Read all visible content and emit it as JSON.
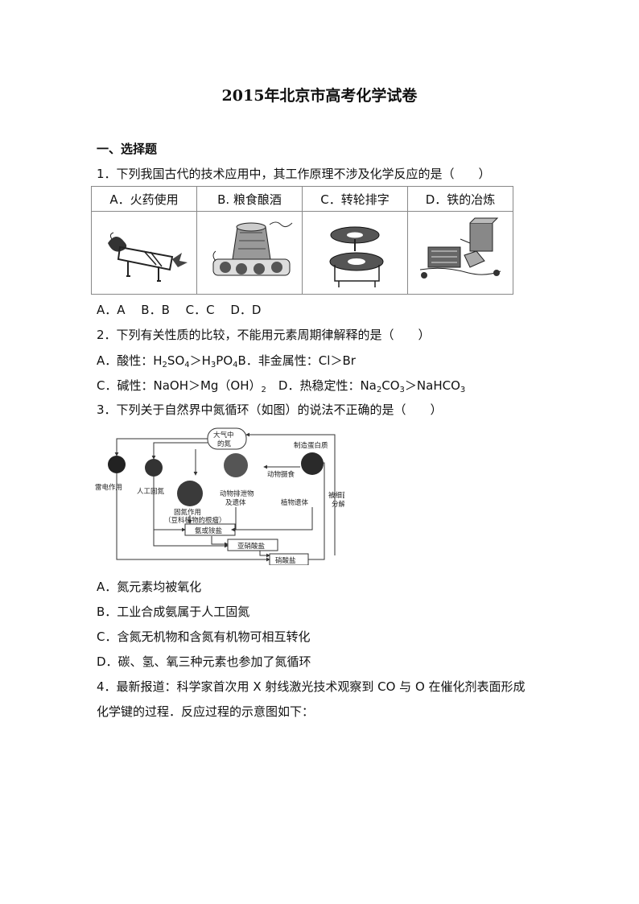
{
  "title": "2015年北京市高考化学试卷",
  "section": "一、选择题",
  "q1": {
    "stem": "1．下列我国古代的技术应用中，其工作原理不涉及化学反应的是（　　）",
    "options": [
      "A．火药使用",
      "B. 粮食酿酒",
      "C．转轮排字",
      "D．铁的冶炼"
    ],
    "answers": "A．A　 B．B　 C．C　 D．D"
  },
  "q2": {
    "stem": "2．下列有关性质的比较，不能用元素周期律解释的是（　　）",
    "a_pre": "A．酸性：H",
    "a_s1": "2",
    "a_m1": "SO",
    "a_s2": "4",
    "a_m2": "＞H",
    "a_s3": "3",
    "a_m3": "PO",
    "a_s4": "4",
    "a_post": "B．非金属性：Cl＞Br",
    "c_pre": "C．碱性：NaOH＞Mg（OH）",
    "c_s1": "2",
    "c_mid": "　D．热稳定性：Na",
    "c_s2": "2",
    "c_m2": "CO",
    "c_s3": "3",
    "c_post": "＞NaHCO",
    "c_s4": "3"
  },
  "q3": {
    "stem": "3．下列关于自然界中氮循环（如图）的说法不正确的是（　　）",
    "diagram": {
      "atm1": "大气中",
      "atm2": "的氮",
      "protein": "制造蛋白质",
      "animal_feed": "动物摄食",
      "lightning": "雷电作用",
      "artificial": "人工固氮",
      "fix1": "固氮作用",
      "fix2": "（豆科植物的根瘤）",
      "waste1": "动物排泄物",
      "waste2": "及遗体",
      "plant": "植物遗体",
      "bact1": "被细菌",
      "bact2": "分解",
      "ammonia": "氨或铵盐",
      "nitrite": "亚硝酸盐",
      "nitrate": "硝酸盐"
    },
    "options": [
      "A．氮元素均被氧化",
      "B．工业合成氨属于人工固氮",
      "C．含氮无机物和含氮有机物可相互转化",
      "D．碳、氢、氧三种元素也参加了氮循环"
    ]
  },
  "q4": {
    "line1": "4．最新报道：科学家首次用 X 射线激光技术观察到 CO 与 O 在催化剂表面形成",
    "line2": "化学键的过程．反应过程的示意图如下："
  }
}
